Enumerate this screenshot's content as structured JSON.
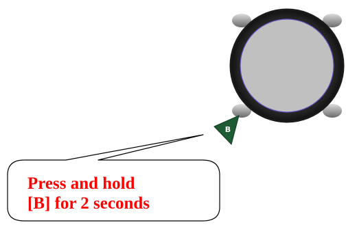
{
  "device": {
    "button_label": "B"
  },
  "callout": {
    "line1": "Press and hold",
    "line2": "[B] for 2 seconds",
    "text_color": "#ff0000"
  },
  "colors": {
    "bezel": "#2a2a2a",
    "face": "#c0c0c0",
    "face_ring": "#5a4fc0",
    "button": "#1e5a32",
    "callout_border": "#000000"
  }
}
